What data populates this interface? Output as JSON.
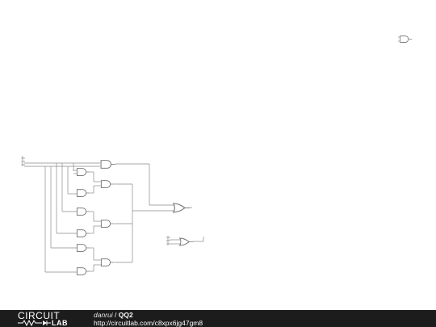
{
  "footer": {
    "logo_top": "CIRCUIT",
    "logo_bottom": "LAB",
    "author": "danrui",
    "separator": " / ",
    "title": "QQ2",
    "url": "http://circuitlab.com/c8xpx6jg47gm8"
  },
  "colors": {
    "wire": "#8a8a8a",
    "gate_stroke": "#6e6e6e",
    "footer_bg": "#1c1c1c"
  }
}
